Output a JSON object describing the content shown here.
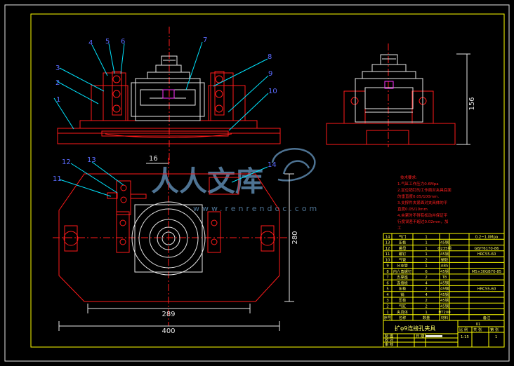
{
  "callouts": [
    "1",
    "2",
    "3",
    "4",
    "5",
    "6",
    "7",
    "8",
    "9",
    "10",
    "11",
    "12",
    "13",
    "14"
  ],
  "dimensions": {
    "side_height": "156",
    "top_small": "16",
    "plan_height": "280",
    "inner_width": "289",
    "overall_width": "400"
  },
  "watermark": {
    "logo": "人人文库",
    "url": "www.renrendoc.com"
  },
  "tech_requirements": {
    "title": "技术要求:",
    "lines": [
      "1.气缸工作压力0.6Mpa",
      "2.定位销钉的工作面对夹具底面",
      "的垂直度0.05/100mm.",
      "3.支撑件夹紧面对夹具体的平",
      "直度0.05/10mm",
      "4.夹紧时不得有松动并保证平",
      "行度误差不超过0.02mm，加",
      "工"
    ]
  },
  "parts_table": {
    "rows": [
      {
        "no": "14",
        "name": "气门",
        "qty": "1",
        "material": "",
        "note": "0.2~1.0Mpa"
      },
      {
        "no": "13",
        "name": "压板",
        "qty": "1",
        "material": "45钢",
        "note": ""
      },
      {
        "no": "12",
        "name": "螺母",
        "qty": "1",
        "material": "Q235钢",
        "note": "GB/T6170-86"
      },
      {
        "no": "11",
        "name": "螺钉",
        "qty": "1",
        "material": "45钢",
        "note": "HRC55-60"
      },
      {
        "no": "10",
        "name": "气管",
        "qty": "2",
        "material": "塑胶",
        "note": ""
      },
      {
        "no": "9",
        "name": "分支管",
        "qty": "1",
        "material": "ABS",
        "note": ""
      },
      {
        "no": "8",
        "name": "内六角螺钉",
        "qty": "6",
        "material": "45钢",
        "note": "M5×30GB70-85"
      },
      {
        "no": "7",
        "name": "支撑座",
        "qty": "2",
        "material": "T8",
        "note": ""
      },
      {
        "no": "6",
        "name": "连接板",
        "qty": "4",
        "material": "45钢",
        "note": ""
      },
      {
        "no": "5",
        "name": "压板",
        "qty": "2",
        "material": "45钢",
        "note": "HRC55-60"
      },
      {
        "no": "4",
        "name": "销",
        "qty": "4",
        "material": "45钢",
        "note": ""
      },
      {
        "no": "3",
        "name": "压板",
        "qty": "2",
        "material": "45钢",
        "note": ""
      },
      {
        "no": "2",
        "name": "气缸",
        "qty": "2",
        "material": "45钢",
        "note": ""
      },
      {
        "no": "1",
        "name": "夹具体",
        "qty": "1",
        "material": "HT200",
        "note": ""
      }
    ],
    "header": {
      "no": "序号",
      "name": "名称",
      "qty": "数量",
      "material": "材料",
      "note": "备注"
    }
  },
  "title_block": {
    "drawing_title": "扩φ9连接孔夹具",
    "drawing_no": "01",
    "scale_label": "比 例",
    "sheet_label": "共 张",
    "page_label": "第 张",
    "scale_value": "1:15",
    "sheet_value": "1",
    "designer_label": "制 图",
    "checker_label": "校 对",
    "approver_label": "审 核",
    "date_label": "日 期"
  },
  "colors": {
    "background": "#000000",
    "part_lines": "#ff1a1a",
    "detail_lines": "#e8e8e8",
    "frame_lines": "#ffff00",
    "callout_text": "#5b6bff",
    "watermark": "#5c88ad"
  }
}
